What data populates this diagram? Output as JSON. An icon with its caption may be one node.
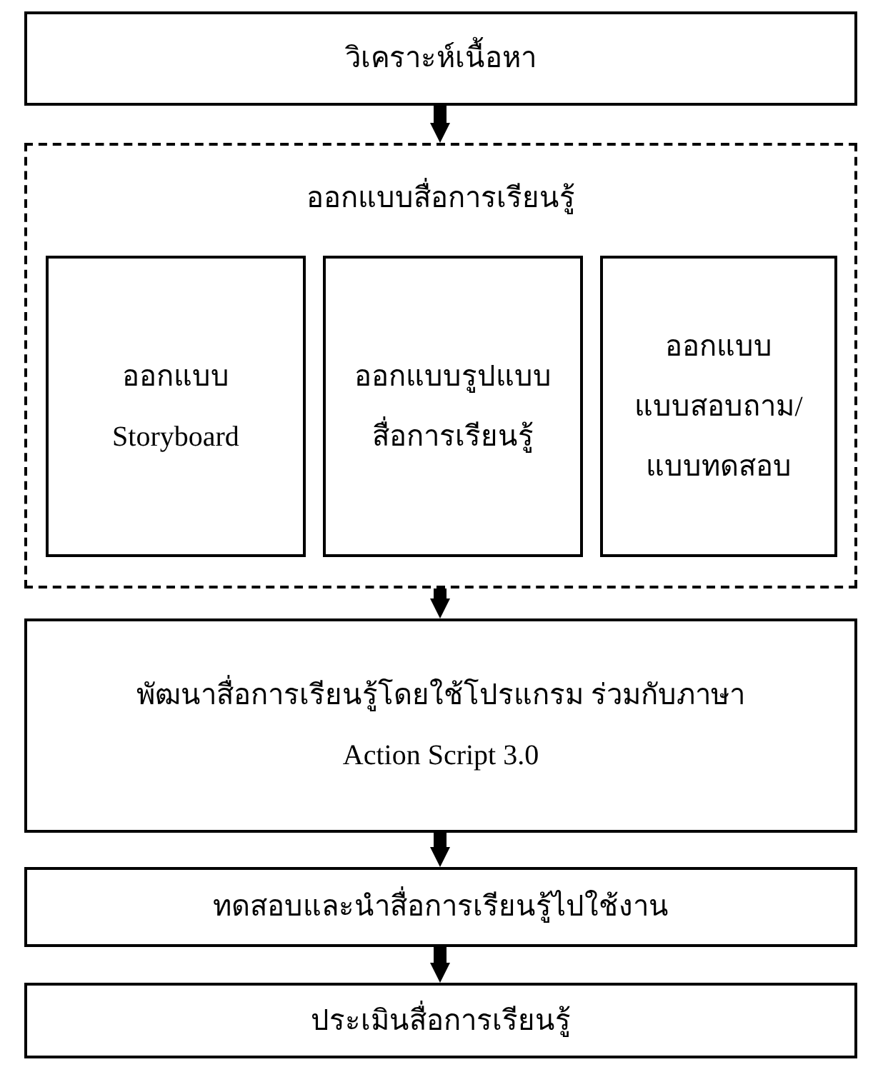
{
  "diagram": {
    "nodes": [
      {
        "text": [
          "วิเคราะห์เนื้อหา"
        ]
      },
      {
        "text": [
          "ออกแบบสื่อการเรียนรู้"
        ]
      },
      {
        "text": [
          "ออกแบบ Storyboard"
        ],
        "in": 1
      },
      {
        "text": [
          "ออกแบบรูปแบบสื่อการเรียนรู้"
        ],
        "in": 1
      },
      {
        "text": [
          "ออกแบบแบบสอบถาม/แบบทดสอบ"
        ],
        "in": 1
      },
      {
        "text": [
          "พัฒนาสื่อการเรียนรู้โดยใช้โปรแกรม ร่วมกับภาษา Action Script 3.0"
        ]
      },
      {
        "text": [
          "ทดสอบและนำสื่อการเรียนรู้ไปใช้งาน"
        ]
      },
      {
        "text": [
          "ประเมินสื่อการเรียนรู้"
        ]
      }
    ],
    "edges": [
      {
        "from": 0,
        "to": 1,
        "arrow": "to"
      },
      {
        "from": 1,
        "to": 5,
        "arrow": "to"
      },
      {
        "from": 5,
        "to": 6,
        "arrow": "to"
      },
      {
        "from": 6,
        "to": 7,
        "arrow": "to"
      }
    ]
  }
}
